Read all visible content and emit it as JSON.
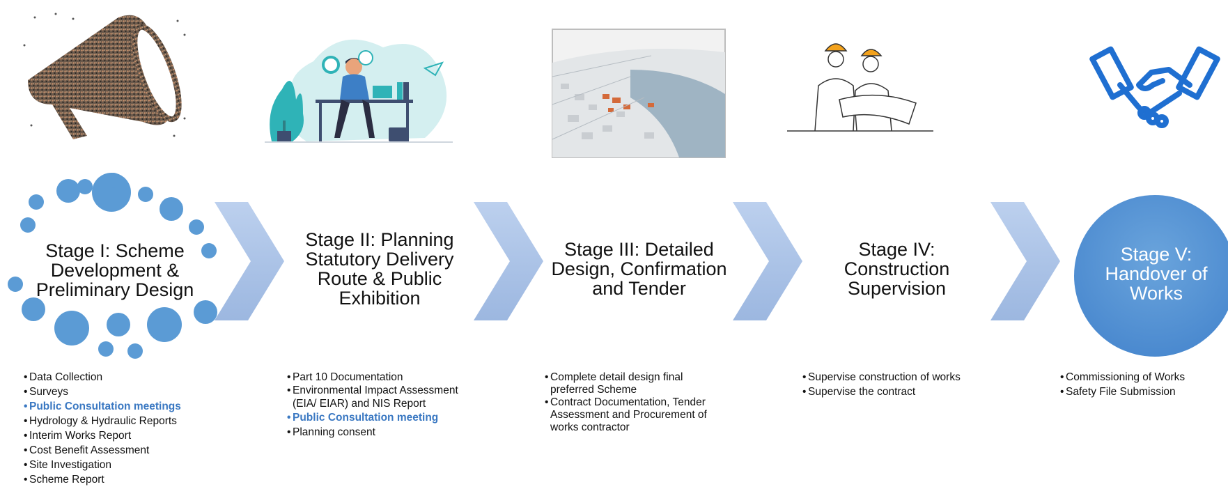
{
  "stages": [
    {
      "title_lines": [
        "Stage I: Scheme",
        "Development &",
        "Preliminary Design"
      ],
      "image": "crowd-megaphone-image",
      "items": [
        {
          "text": "Data Collection",
          "highlight": false
        },
        {
          "text": "Surveys",
          "highlight": false
        },
        {
          "text": "Public Consultation meetings",
          "highlight": true
        },
        {
          "text": "Hydrology & Hydraulic Reports",
          "highlight": false
        },
        {
          "text": "Interim Works Report",
          "highlight": false
        },
        {
          "text": "Cost Benefit Assessment",
          "highlight": false
        },
        {
          "text": "Site Investigation",
          "highlight": false
        },
        {
          "text": "Scheme Report",
          "highlight": false
        }
      ]
    },
    {
      "title_lines": [
        "Stage II: Planning",
        "Statutory Delivery",
        "Route & Public",
        "Exhibition"
      ],
      "image": "person-at-desk-image",
      "items": [
        {
          "text": "Part 10 Documentation",
          "highlight": false
        },
        {
          "text": "Environmental Impact Assessment (EIA/ EIAR) and NIS Report",
          "highlight": false
        },
        {
          "text": "Public Consultation meeting",
          "highlight": true
        },
        {
          "text": "Planning consent",
          "highlight": false
        }
      ]
    },
    {
      "title_lines": [
        "Stage III: Detailed",
        "Design, Confirmation",
        "and Tender"
      ],
      "image": "aerial-town-model-image",
      "items": [
        {
          "text": "Complete detail design final preferred Scheme",
          "highlight": false
        },
        {
          "text": "Contract Documentation, Tender Assessment and Procurement of works contractor",
          "highlight": false
        }
      ]
    },
    {
      "title_lines": [
        "Stage IV:",
        "Construction",
        "Supervision"
      ],
      "image": "engineers-with-plans-image",
      "items": [
        {
          "text": "Supervise construction of works",
          "highlight": false
        },
        {
          "text": "Supervise the contract",
          "highlight": false
        }
      ]
    },
    {
      "title_lines": [
        "Stage V:",
        "Handover of",
        "Works"
      ],
      "image": "handshake-icon",
      "items": [
        {
          "text": "Commissioning of Works",
          "highlight": false
        },
        {
          "text": "Safety File Submission",
          "highlight": false
        }
      ]
    }
  ],
  "colors": {
    "highlight": "#3a78c2",
    "circle": "#5b9bd5",
    "chevron": "#a9c2e6"
  }
}
